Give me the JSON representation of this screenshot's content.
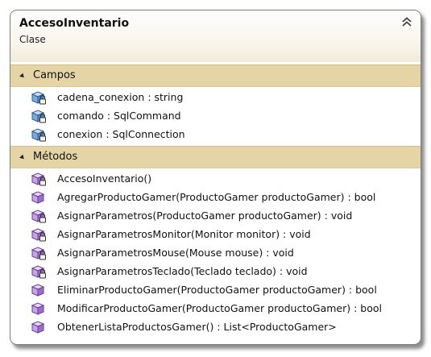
{
  "class": {
    "name": "AccesoInventario",
    "kind": "Clase"
  },
  "sections": {
    "fields": {
      "title": "Campos",
      "items": [
        {
          "text": "cadena_conexion : string",
          "icon": "private-field-icon"
        },
        {
          "text": "comando : SqlCommand",
          "icon": "private-field-icon"
        },
        {
          "text": "conexion : SqlConnection",
          "icon": "private-field-icon"
        }
      ]
    },
    "methods": {
      "title": "Métodos",
      "items": [
        {
          "text": "AccesoInventario()",
          "icon": "private-method-icon"
        },
        {
          "text": "AgregarProductoGamer(ProductoGamer productoGamer) : bool",
          "icon": "public-method-icon"
        },
        {
          "text": "AsignarParametros(ProductoGamer productoGamer) : void",
          "icon": "private-method-icon"
        },
        {
          "text": "AsignarParametrosMonitor(Monitor monitor) : void",
          "icon": "private-method-icon"
        },
        {
          "text": "AsignarParametrosMouse(Mouse mouse) : void",
          "icon": "private-method-icon"
        },
        {
          "text": "AsignarParametrosTeclado(Teclado teclado) : void",
          "icon": "private-method-icon"
        },
        {
          "text": "EliminarProductoGamer(ProductoGamer productoGamer) : bool",
          "icon": "public-method-icon"
        },
        {
          "text": "ModificarProductoGamer(ProductoGamer productoGamer) : bool",
          "icon": "public-method-icon"
        },
        {
          "text": "ObtenerListaProductosGamer() : List<ProductoGamer>",
          "icon": "public-method-icon"
        }
      ]
    }
  },
  "colors": {
    "section_header": "#e5d5a6",
    "field_icon": "#4a7fb5",
    "method_icon": "#8a5fb5"
  }
}
